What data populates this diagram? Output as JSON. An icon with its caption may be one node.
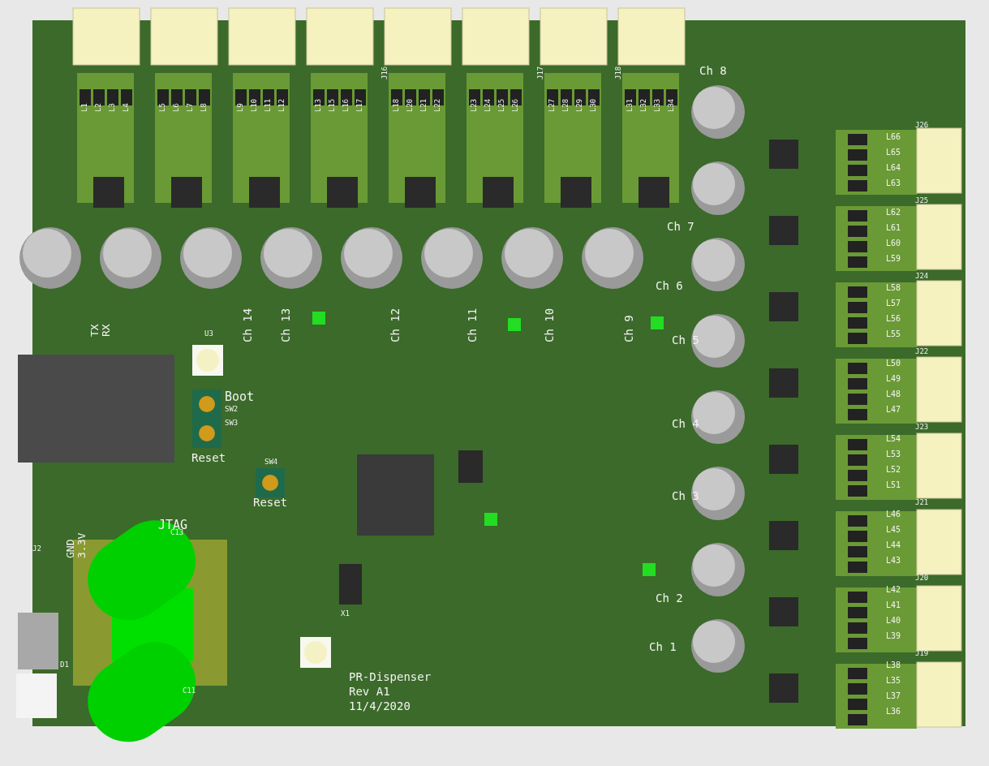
{
  "diagram": {
    "labels": [
      "L1",
      "L2",
      "L3",
      "L4",
      "L5",
      "L6",
      "L7",
      "L8",
      "L9",
      "L10",
      "L11",
      "L12",
      "L13",
      "L15",
      "L16",
      "L17",
      "L18",
      "L20",
      "L21",
      "L22",
      "L23",
      "L24",
      "L25",
      "L26",
      "L27",
      "L28",
      "L29",
      "L30",
      "L31",
      "L32",
      "L33",
      "L34",
      "J16",
      "J17",
      "J18",
      "Ch 8",
      "Ch 7",
      "Ch 6",
      "Ch 5",
      "Ch 4",
      "Ch 3",
      "Ch 2",
      "Ch 1",
      "Ch 14",
      "Ch 13",
      "Ch 12",
      "Ch 11",
      "Ch 10",
      "Ch 9",
      "TX",
      "RX",
      "U3",
      "Boot",
      "SW2",
      "SW3",
      "Reset",
      "SW4",
      "Reset",
      "JTAG",
      "GND",
      "3.3V",
      "J2",
      "C13",
      "C11",
      "D1",
      "X1",
      "PR-Dispenser",
      "Rev A1",
      "11/4/2020",
      "J26",
      "L66",
      "L65",
      "L64",
      "L63",
      "J25",
      "L62",
      "L61",
      "L60",
      "L59",
      "J24",
      "L58",
      "L57",
      "L56",
      "L55",
      "J22",
      "L50",
      "L49",
      "L48",
      "L47",
      "J23",
      "L54",
      "L53",
      "L52",
      "L51",
      "J21",
      "L46",
      "L45",
      "L44",
      "L43",
      "J20",
      "L42",
      "L41",
      "L40",
      "L39",
      "J19",
      "L38",
      "L35",
      "L37",
      "L36"
    ]
  }
}
